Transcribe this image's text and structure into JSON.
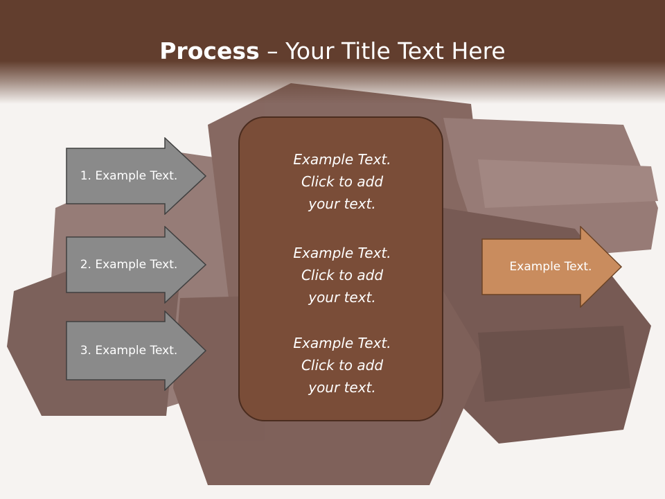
{
  "title": {
    "bold": "Process",
    "rest": " – Your Title Text Here"
  },
  "left_arrows": [
    {
      "label": "1. Example Text."
    },
    {
      "label": "2. Example Text."
    },
    {
      "label": "3. Example Text."
    }
  ],
  "center_box": {
    "blocks": [
      {
        "line1": "Example Text.",
        "line2": "Click  to add",
        "line3": "your text."
      },
      {
        "line1": "Example Text.",
        "line2": "Click  to add",
        "line3": "your text."
      },
      {
        "line1": "Example Text.",
        "line2": "Click  to add",
        "line3": "your text."
      }
    ]
  },
  "right_arrow": {
    "label": "Example Text."
  },
  "colors": {
    "header": "#623e2e",
    "center_fill": "#7a4d38",
    "gray_arrow": "#8a8a8a",
    "orange_arrow": "#c98c5e"
  }
}
